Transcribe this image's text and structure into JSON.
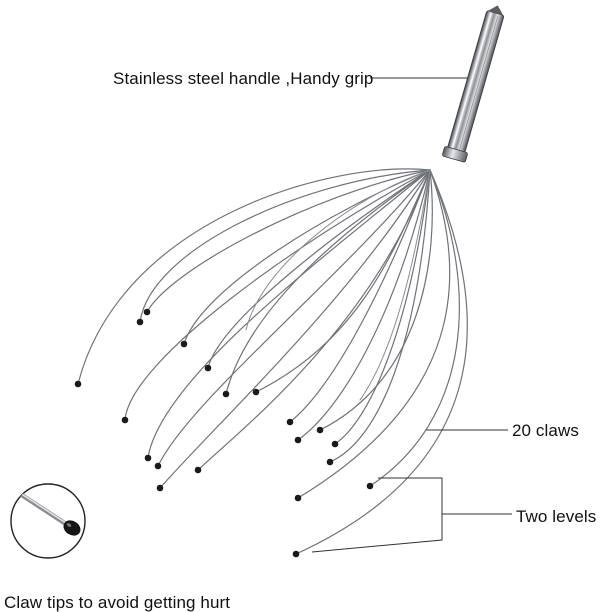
{
  "labels": {
    "handle": "Stainless steel handle ,Handy grip",
    "claws": "20 claws",
    "levels": "Two levels",
    "tips": "Claw tips to avoid getting hurt"
  },
  "icons": {
    "product": "head-massager-icon",
    "tip_detail": "claw-tip-magnifier-icon"
  },
  "colors": {
    "wire": "#6f7378",
    "tip": "#1a1a1a",
    "text": "#111111",
    "handle_dark": "#4a4d52",
    "handle_light": "#f2f3f5"
  }
}
